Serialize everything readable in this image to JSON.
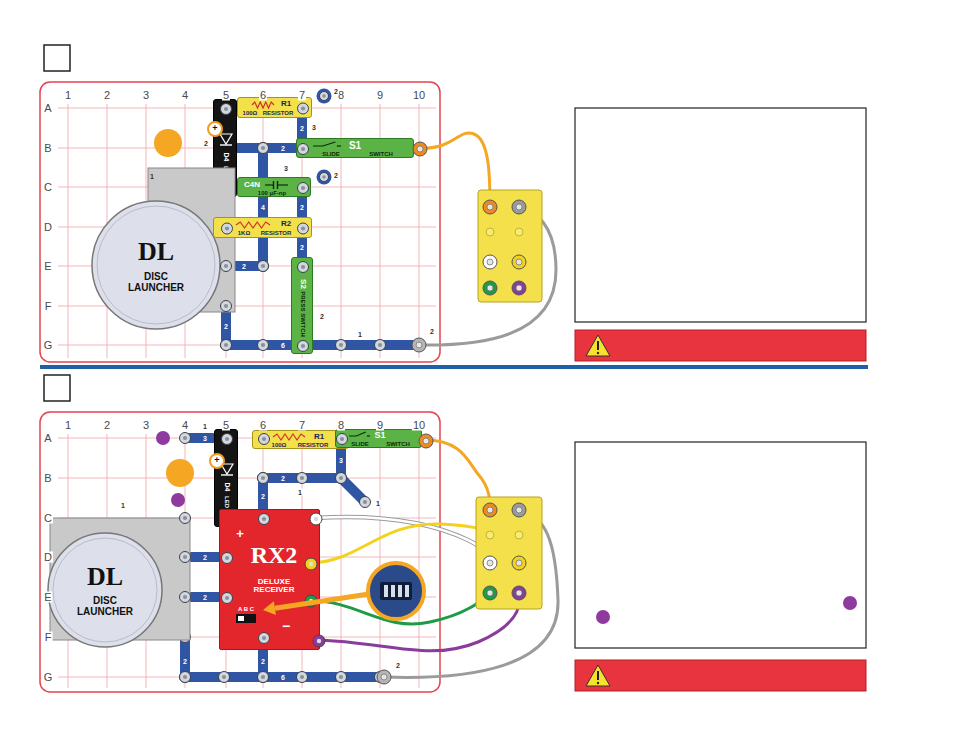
{
  "diagram": {
    "nodes": [
      {
        "text": [
          "+",
          "D4",
          "LED"
        ]
      },
      {
        "text": [
          "R1",
          "100Ω",
          "RESISTOR"
        ]
      },
      {
        "text": [
          "S1",
          "SLIDE",
          "SWITCH"
        ]
      },
      {
        "text": [
          "C4N",
          "100 μF-np"
        ]
      },
      {
        "text": [
          "DL",
          "DISC LAUNCHER"
        ]
      },
      {
        "text": [
          "R2",
          "1KΩ",
          "RESISTOR"
        ]
      },
      {
        "text": [
          "S2",
          "PRESS SWITCH"
        ]
      },
      {
        "text": [
          "+",
          "D4",
          "LED"
        ]
      },
      {
        "text": [
          "R1",
          "100Ω",
          "RESISTOR"
        ]
      },
      {
        "text": [
          "S1",
          "SLIDE",
          "SWITCH"
        ]
      },
      {
        "text": [
          "+",
          "RX2",
          "DELUXE RECEIVER",
          "A B C",
          "−"
        ]
      },
      {
        "text": [
          "DL",
          "DISC LAUNCHER"
        ]
      }
    ],
    "labels": [
      "1",
      "2",
      "3",
      "4",
      "5",
      "6",
      "7",
      "8",
      "9",
      "10",
      "A",
      "B",
      "C",
      "D",
      "E",
      "F",
      "G",
      "2",
      "2",
      "3",
      "2",
      "2",
      "3",
      "2",
      "1",
      "4",
      "2",
      "2",
      "2",
      "2",
      "2",
      "1",
      "2",
      "6",
      "1",
      "2",
      "3",
      "4",
      "5",
      "6",
      "7",
      "8",
      "9",
      "10",
      "A",
      "B",
      "C",
      "D",
      "E",
      "F",
      "G",
      "1",
      "3",
      "3",
      "2",
      "1",
      "1",
      "2",
      "1",
      "2",
      "2",
      "2",
      "2",
      "6",
      "2"
    ]
  }
}
